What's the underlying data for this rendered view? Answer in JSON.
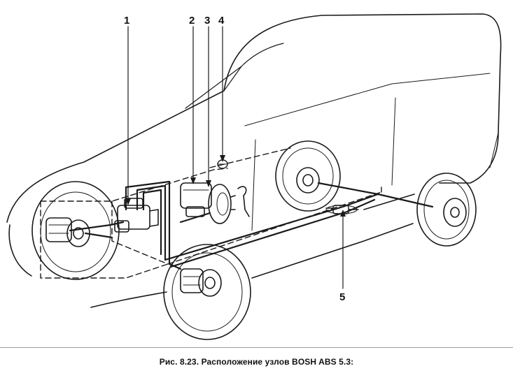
{
  "callouts": {
    "c1": "1",
    "c2": "2",
    "c3": "3",
    "c4": "4",
    "c5": "5"
  },
  "caption": "Рис. 8.23. Расположение узлов BOSH ABS 5.3:",
  "colors": {
    "ink": "#1a1a1a",
    "background": "#ffffff",
    "separator": "#9a9a9a"
  }
}
